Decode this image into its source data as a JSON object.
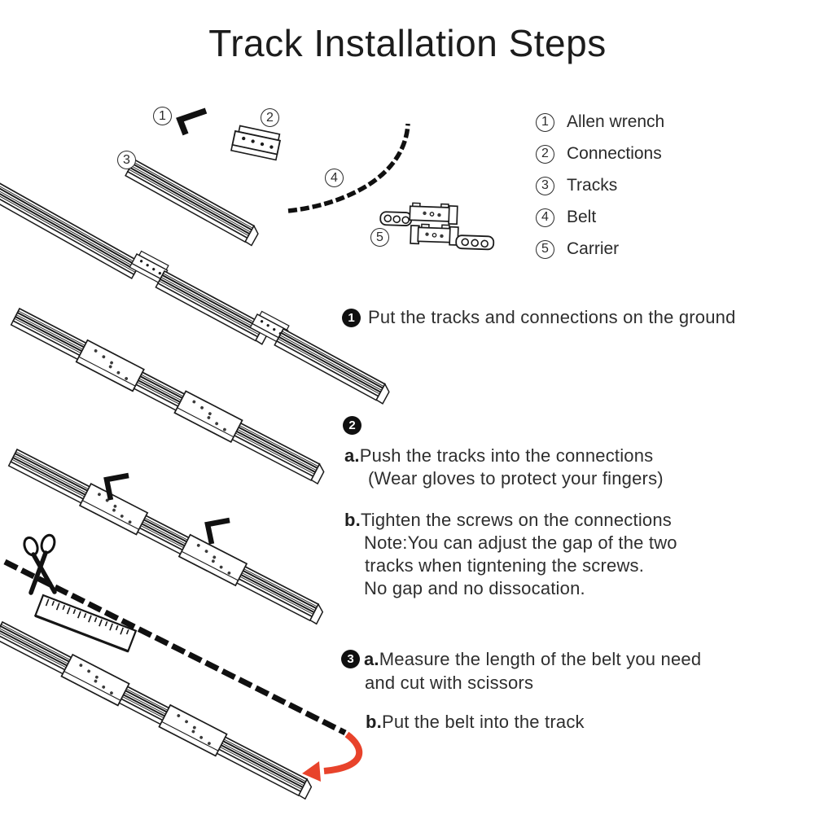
{
  "title": "Track Installation Steps",
  "colors": {
    "ink": "#1b1b1b",
    "arrow_red": "#e8432b"
  },
  "parts_legend": [
    {
      "num": "1",
      "label": "Allen wrench"
    },
    {
      "num": "2",
      "label": "Connections"
    },
    {
      "num": "3",
      "label": "Tracks"
    },
    {
      "num": "4",
      "label": "Belt"
    },
    {
      "num": "5",
      "label": "Carrier"
    }
  ],
  "steps": {
    "one": {
      "badge": "1",
      "text": "Put the tracks and connections on the ground"
    },
    "two": {
      "badge": "2",
      "a_prefix": "a.",
      "a_text": "Push the tracks into the connections",
      "a_note": "(Wear gloves to protect your fingers)",
      "b_prefix": "b.",
      "b_text": "Tighten the screws on the connections",
      "b_note_1": "Note:You can adjust the gap of the two",
      "b_note_2": "tracks when tigntening the screws.",
      "b_note_3": "No gap and no dissocation."
    },
    "three": {
      "badge": "3",
      "a_prefix": "a.",
      "a_text": "Measure the length of the belt you need",
      "a_text_2": "and cut with scissors",
      "b_prefix": "b.",
      "b_text": "Put the belt into the track"
    }
  }
}
